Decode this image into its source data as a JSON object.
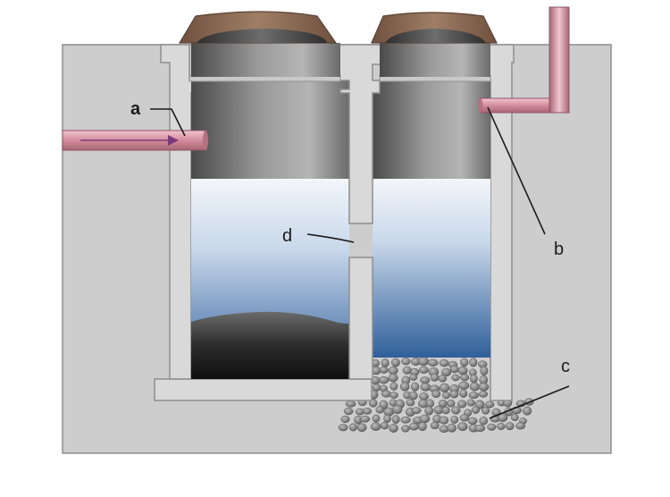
{
  "labels": {
    "a": "a",
    "b": "b",
    "c": "c",
    "d": "d"
  },
  "colors": {
    "ground": "#cfcfcf",
    "ground_edge": "#9a9a9a",
    "concrete": "#d9d9d9",
    "concrete_edge": "#8e8e8e",
    "lid_brown": "#8b6a55",
    "pipe_pink": "#d79aa6",
    "water_top": "#e8eef6",
    "water_bottom": "#2f5f9a",
    "sludge_dark": "#1d1d1d",
    "gravel": "#7a7a7a"
  }
}
